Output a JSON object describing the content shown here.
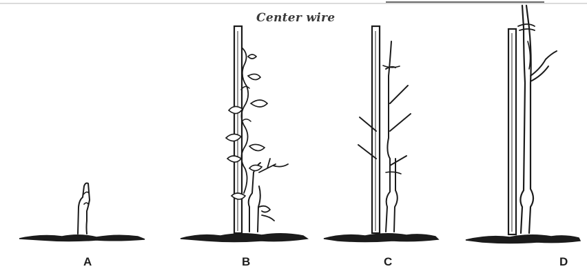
{
  "figure": {
    "caption": "Center wire",
    "panels": [
      {
        "id": "A",
        "label": "A"
      },
      {
        "id": "B",
        "label": "B"
      },
      {
        "id": "C",
        "label": "C"
      },
      {
        "id": "D",
        "label": "D"
      }
    ]
  }
}
